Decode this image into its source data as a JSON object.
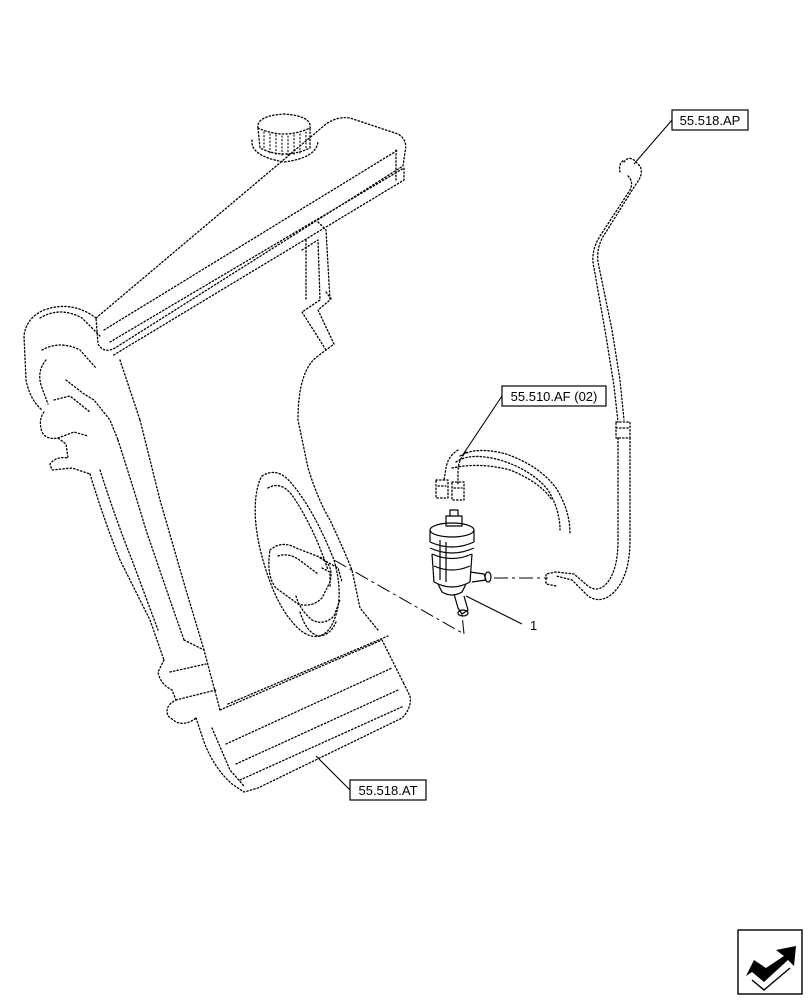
{
  "callouts": {
    "ap": "55.518.AP",
    "af": "55.510.AF (02)",
    "at": "55.518.AT"
  },
  "item_number": "1",
  "nav_icon": "next-page-arrow-icon"
}
